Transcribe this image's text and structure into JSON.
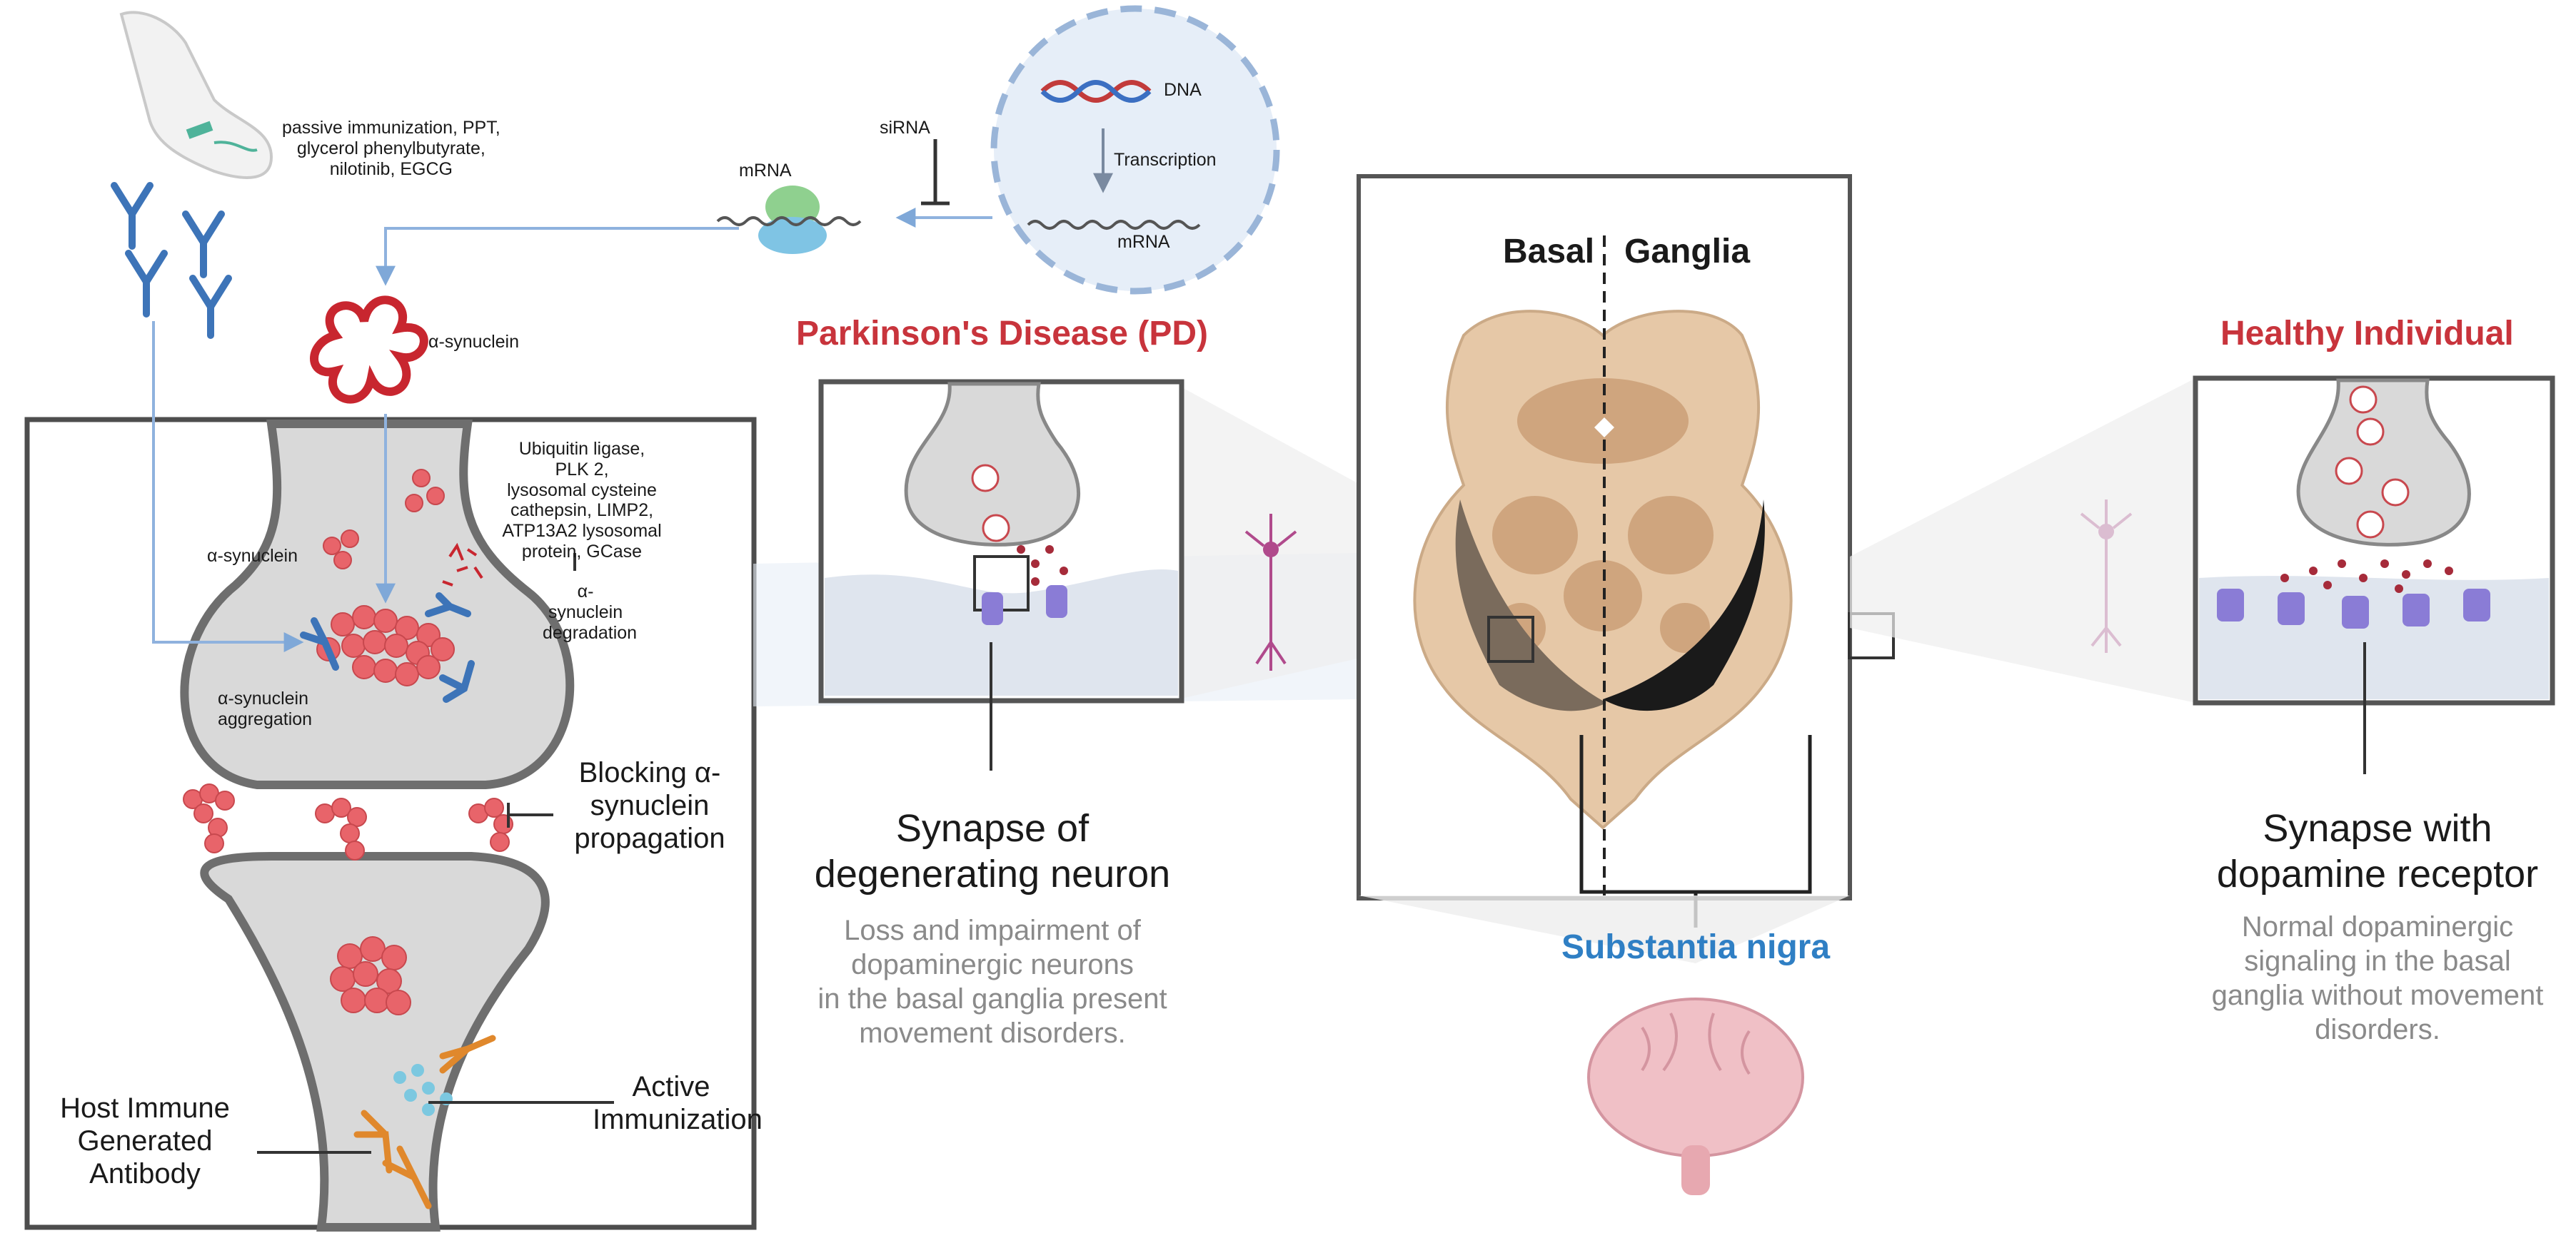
{
  "labels": {
    "treatments": "passive immunization, PPT,\nglycerol phenylbutyrate,\nnilotinib, EGCG",
    "sirna": "siRNA",
    "dna": "DNA",
    "transcription": "Transcription",
    "mrna_left": "mRNA",
    "mrna_right": "mRNA",
    "asyn_top": "α-synuclein",
    "degradation_agents": "Ubiquitin ligase, PLK 2,\nlysosomal cysteine\ncathepsin, LIMP2,\nATP13A2 lysosomal\nprotein, GCase",
    "asyn_degradation": "α-synuclein\ndegradation",
    "asyn_mid": "α-synuclein",
    "asyn_aggregation": "α-synuclein\naggregation",
    "blocking": "Blocking α-\nsynuclein\npropagation",
    "host_antibody": "Host Immune\nGenerated\nAntibody",
    "active_immunization": "Active\nImmunization",
    "pd_title": "Parkinson's Disease (PD)",
    "pd_synapse": "Synapse of\ndegenerating neuron",
    "pd_desc": "Loss and impairment of\ndopaminergic neurons\nin the basal ganglia present\nmovement disorders.",
    "basal": "Basal",
    "ganglia": "Ganglia",
    "substantia": "Substantia nigra",
    "healthy_title": "Healthy Individual",
    "healthy_synapse": "Synapse with\ndopamine receptor",
    "healthy_desc": "Normal dopaminergic\nsignaling in the basal\nganglia without movement\ndisorders."
  },
  "colors": {
    "alpha_synuclein": "#e8646a",
    "antibody": "#3d74b8",
    "host_antibody": "#e0882c",
    "pd_red": "#c8343c",
    "substantia_blue": "#2f7fc4",
    "brain_tan": "#e6c8a7",
    "receptor": "#7c6cc8"
  },
  "icons": [
    "arm-injection-icon",
    "antibody-icon",
    "ribosome-icon",
    "dna-helix-icon",
    "neuron-icon",
    "brain-icon"
  ]
}
